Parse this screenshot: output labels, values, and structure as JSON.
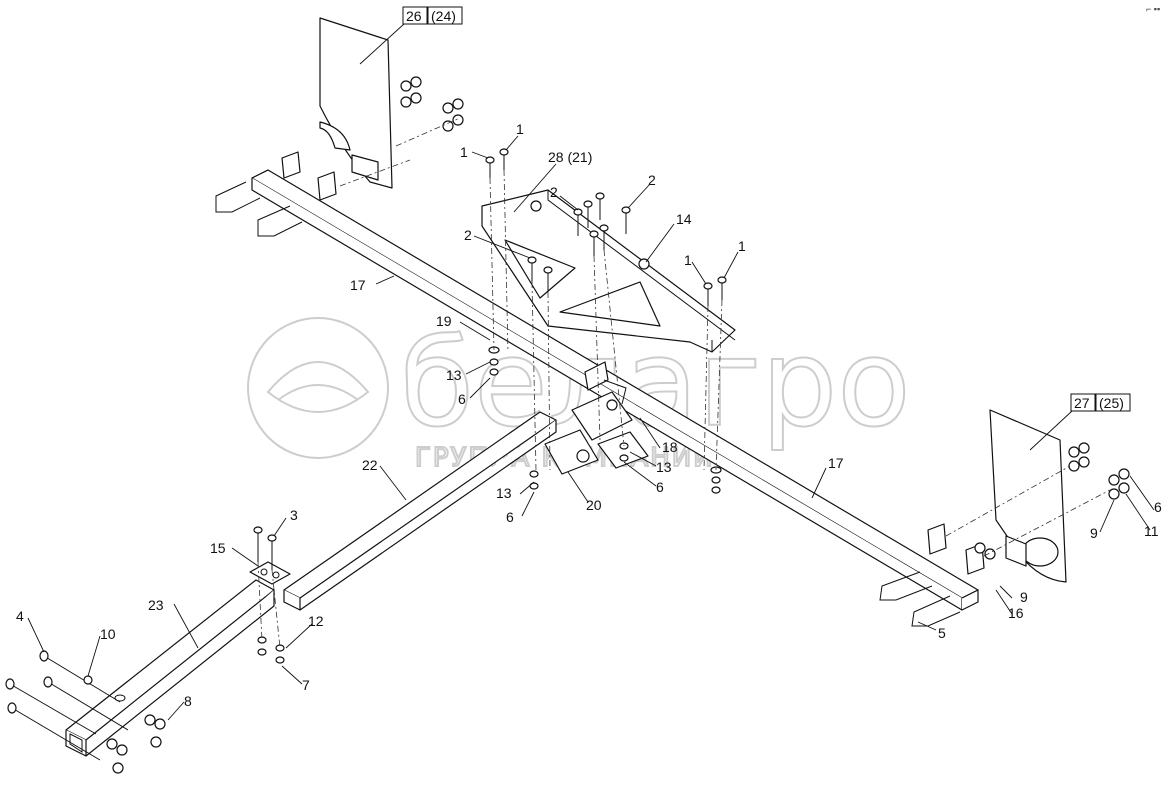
{
  "watermark": {
    "brand": "белагро",
    "tagline": "ГРУППА КОМПАНИЙ"
  },
  "corner_mark": "⌐ ▪▪",
  "callouts": [
    {
      "id": "c1a",
      "text": "1"
    },
    {
      "id": "c1b",
      "text": "1"
    },
    {
      "id": "c1c",
      "text": "1"
    },
    {
      "id": "c1d",
      "text": "1"
    },
    {
      "id": "c2a",
      "text": "2"
    },
    {
      "id": "c2b",
      "text": "2"
    },
    {
      "id": "c2c",
      "text": "2"
    },
    {
      "id": "c3",
      "text": "3"
    },
    {
      "id": "c4",
      "text": "4"
    },
    {
      "id": "c5",
      "text": "5"
    },
    {
      "id": "c6a",
      "text": "6"
    },
    {
      "id": "c6b",
      "text": "6"
    },
    {
      "id": "c6c",
      "text": "6"
    },
    {
      "id": "c6d",
      "text": "6"
    },
    {
      "id": "c7",
      "text": "7"
    },
    {
      "id": "c8",
      "text": "8"
    },
    {
      "id": "c9a",
      "text": "9"
    },
    {
      "id": "c9b",
      "text": "9"
    },
    {
      "id": "c10",
      "text": "10"
    },
    {
      "id": "c11",
      "text": "11"
    },
    {
      "id": "c12",
      "text": "12"
    },
    {
      "id": "c13a",
      "text": "13"
    },
    {
      "id": "c13b",
      "text": "13"
    },
    {
      "id": "c13c",
      "text": "13"
    },
    {
      "id": "c14",
      "text": "14"
    },
    {
      "id": "c15",
      "text": "15"
    },
    {
      "id": "c16",
      "text": "16"
    },
    {
      "id": "c17a",
      "text": "17"
    },
    {
      "id": "c17b",
      "text": "17"
    },
    {
      "id": "c18",
      "text": "18"
    },
    {
      "id": "c19",
      "text": "19"
    },
    {
      "id": "c20",
      "text": "20"
    },
    {
      "id": "c22",
      "text": "22"
    },
    {
      "id": "c23",
      "text": "23"
    },
    {
      "id": "c28",
      "text": "28 (21)"
    }
  ],
  "boxed_callouts": [
    {
      "id": "b26",
      "num": "26",
      "alt": "(24)"
    },
    {
      "id": "b27",
      "num": "27",
      "alt": "(25)"
    }
  ]
}
